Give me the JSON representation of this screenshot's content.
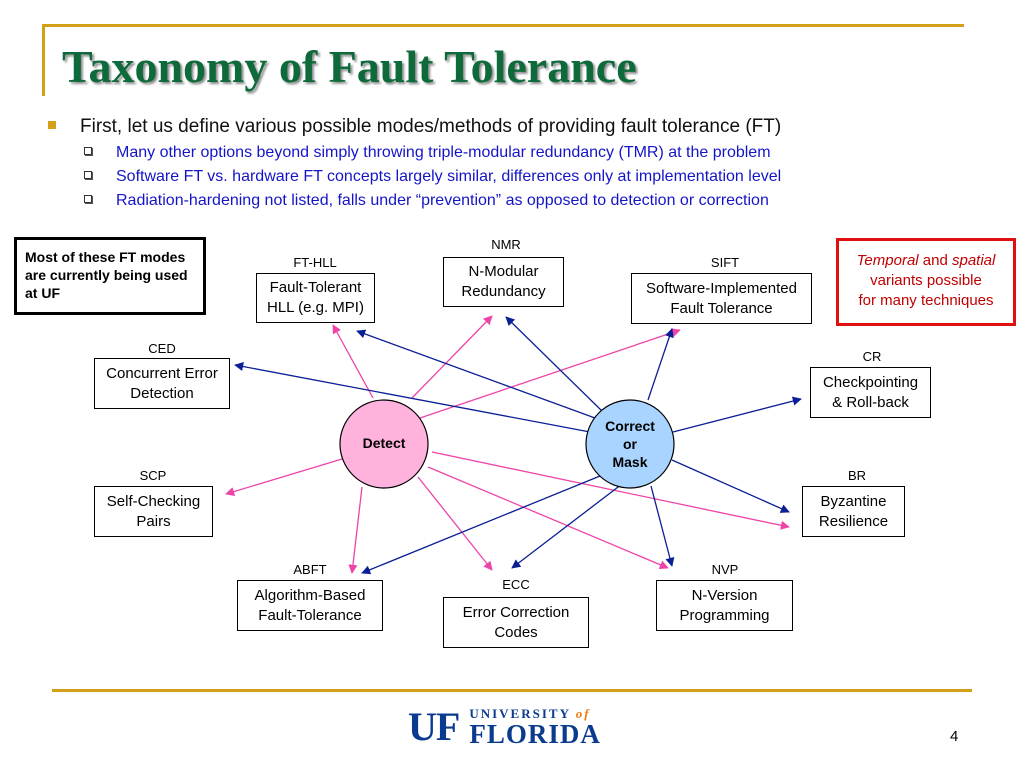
{
  "slide": {
    "title": "Taxonomy of Fault Tolerance",
    "page_number": "4"
  },
  "bullets": {
    "main": "First, let us define various possible modes/methods of providing fault tolerance (FT)",
    "subs": [
      "Many other options beyond simply throwing triple-modular redundancy (TMR) at the problem",
      "Software FT vs. hardware FT concepts largely similar, differences only at implementation level",
      "Radiation-hardening not listed, falls under “prevention” as opposed to detection or correction"
    ]
  },
  "notes": {
    "uf": "Most of these FT modes are currently being used at UF",
    "variants": {
      "temporal": "Temporal",
      "and": "and",
      "spatial": "spatial",
      "rest_line1": "variants possible",
      "rest_line2": "for many techniques"
    }
  },
  "diagram": {
    "detect_label": "Detect",
    "correct_label_lines": [
      "Correct",
      "or",
      "Mask"
    ],
    "techniques": {
      "nmr": {
        "abbr": "NMR",
        "lines": [
          "N-Modular",
          "Redundancy"
        ]
      },
      "fthll": {
        "abbr": "FT-HLL",
        "lines": [
          "Fault-Tolerant",
          "HLL (e.g. MPI)"
        ]
      },
      "sift": {
        "abbr": "SIFT",
        "lines": [
          "Software-Implemented",
          "Fault Tolerance"
        ]
      },
      "ced": {
        "abbr": "CED",
        "lines": [
          "Concurrent Error",
          "Detection"
        ]
      },
      "cr": {
        "abbr": "CR",
        "lines": [
          "Checkpointing",
          "& Roll-back"
        ]
      },
      "scp": {
        "abbr": "SCP",
        "lines": [
          "Self-Checking",
          "Pairs"
        ]
      },
      "br": {
        "abbr": "BR",
        "lines": [
          "Byzantine",
          "Resilience"
        ]
      },
      "abft": {
        "abbr": "ABFT",
        "lines": [
          "Algorithm-Based",
          "Fault-Tolerance"
        ]
      },
      "ecc": {
        "abbr": "ECC",
        "lines": [
          "Error Correction",
          "Codes"
        ]
      },
      "nvp": {
        "abbr": "NVP",
        "lines": [
          "N-Version",
          "Programming"
        ]
      }
    },
    "colors": {
      "detect_fill": "#ffb3dc",
      "correct_fill": "#a8d4ff",
      "detect_arrow": "#ee44a8",
      "correct_arrow": "#0a1f96"
    }
  },
  "logo": {
    "mark_u": "U",
    "mark_f": "F",
    "line1_a": "UNIVERSITY",
    "line1_b": "of",
    "line2": "FLORIDA"
  }
}
